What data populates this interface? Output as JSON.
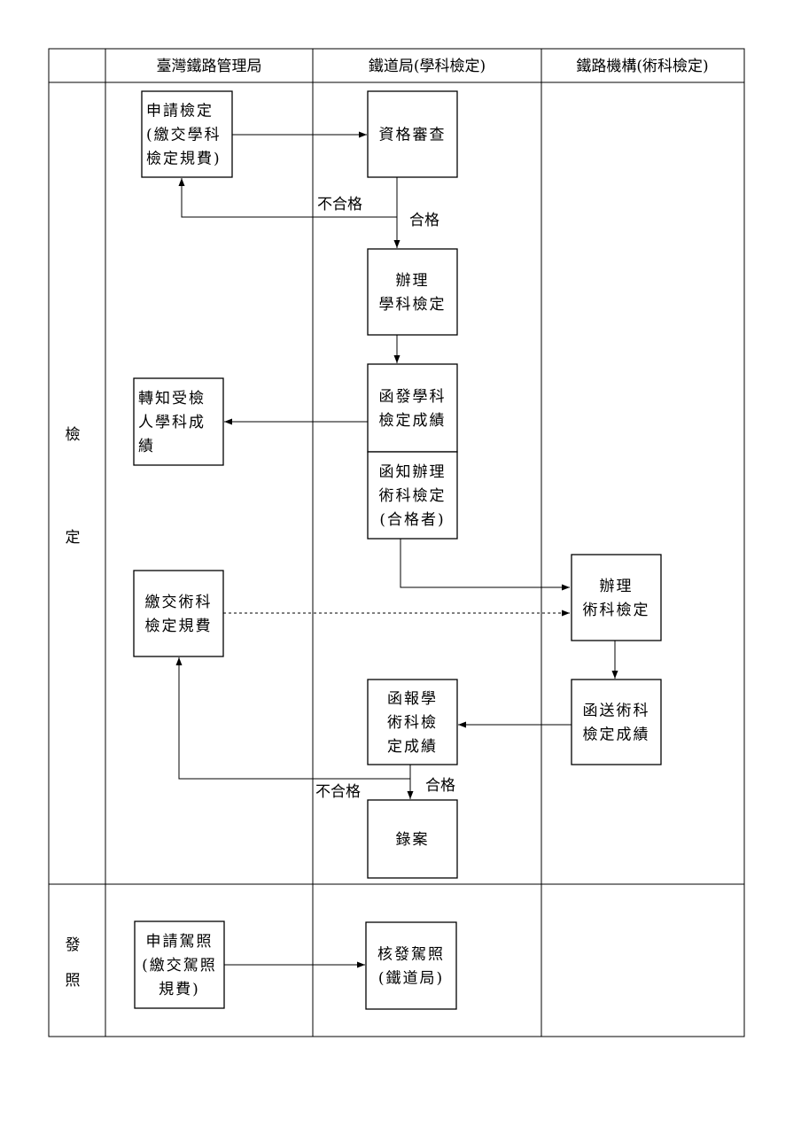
{
  "header": {
    "col_1": "臺灣鐵路管理局",
    "col_2": "鐵道局(學科檢定)",
    "col_3": "鐵路機構(術科檢定)"
  },
  "rows": {
    "row_1_lines": [
      "檢",
      "定"
    ],
    "row_2_lines": [
      "發",
      "照"
    ]
  },
  "nodes": {
    "apply_exam": [
      "申請檢定",
      "(繳交學科",
      "檢定規費)"
    ],
    "qual_review": [
      "資格審查"
    ],
    "written_exam": [
      "辦理",
      "學科檢定"
    ],
    "send_written_score": [
      "函發學科",
      "檢定成績"
    ],
    "forward_score": [
      "轉知受檢",
      "人學科成",
      "績"
    ],
    "notify_practical": [
      "函知辦理",
      "術科檢定",
      "(合格者)"
    ],
    "pay_practical_fee": [
      "繳交術科",
      "檢定規費"
    ],
    "practical_exam": [
      "辦理",
      "術科檢定"
    ],
    "send_practical_score": [
      "函送術科",
      "檢定成績"
    ],
    "report_scores": [
      "函報學",
      "術科檢",
      "定成績"
    ],
    "record": [
      "錄案"
    ],
    "apply_license": [
      "申請駕照",
      "(繳交駕照",
      "規費)"
    ],
    "issue_license": [
      "核發駕照",
      "(鐵道局)"
    ]
  },
  "edge_labels": {
    "fail_1": "不合格",
    "pass_1": "合格",
    "fail_2": "不合格",
    "pass_2": "合格"
  }
}
